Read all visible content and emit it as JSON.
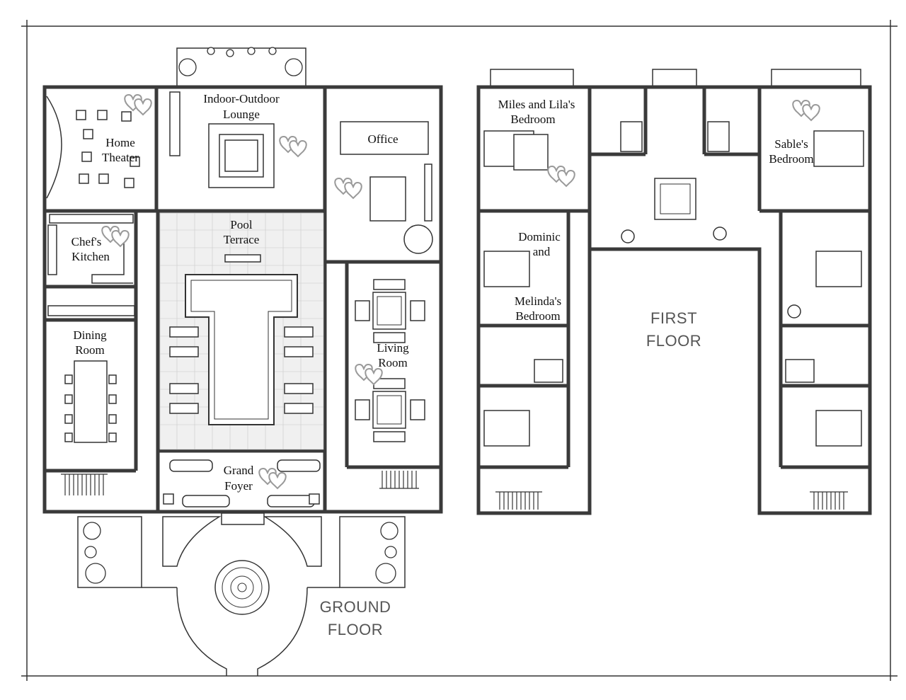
{
  "ground_floor": {
    "label_line1": "GROUND",
    "label_line2": "FLOOR",
    "rooms": {
      "home_theater": [
        "Home",
        "Theater"
      ],
      "indoor_outdoor_lounge": [
        "Indoor-Outdoor",
        "Lounge"
      ],
      "office": [
        "Office"
      ],
      "chefs_kitchen": [
        "Chef's",
        "Kitchen"
      ],
      "pool_terrace": [
        "Pool",
        "Terrace"
      ],
      "dining_room": [
        "Dining",
        "Room"
      ],
      "living_room": [
        "Living",
        "Room"
      ],
      "grand_foyer": [
        "Grand",
        "Foyer"
      ]
    }
  },
  "first_floor": {
    "label_line1": "FIRST",
    "label_line2": "FLOOR",
    "rooms": {
      "miles_lila_bedroom": [
        "Miles and Lila's",
        "Bedroom"
      ],
      "sable_bedroom": [
        "Sable's",
        "Bedroom"
      ],
      "dominic_melinda_bedroom": [
        "Dominic",
        "and",
        "Melinda's",
        "Bedroom"
      ]
    }
  },
  "icons": {
    "heart_marker": "double-heart-outline",
    "armchair": "armchair-icon",
    "bed": "bed-icon",
    "shrub": "shrub-icon",
    "fountain": "fountain-icon"
  }
}
